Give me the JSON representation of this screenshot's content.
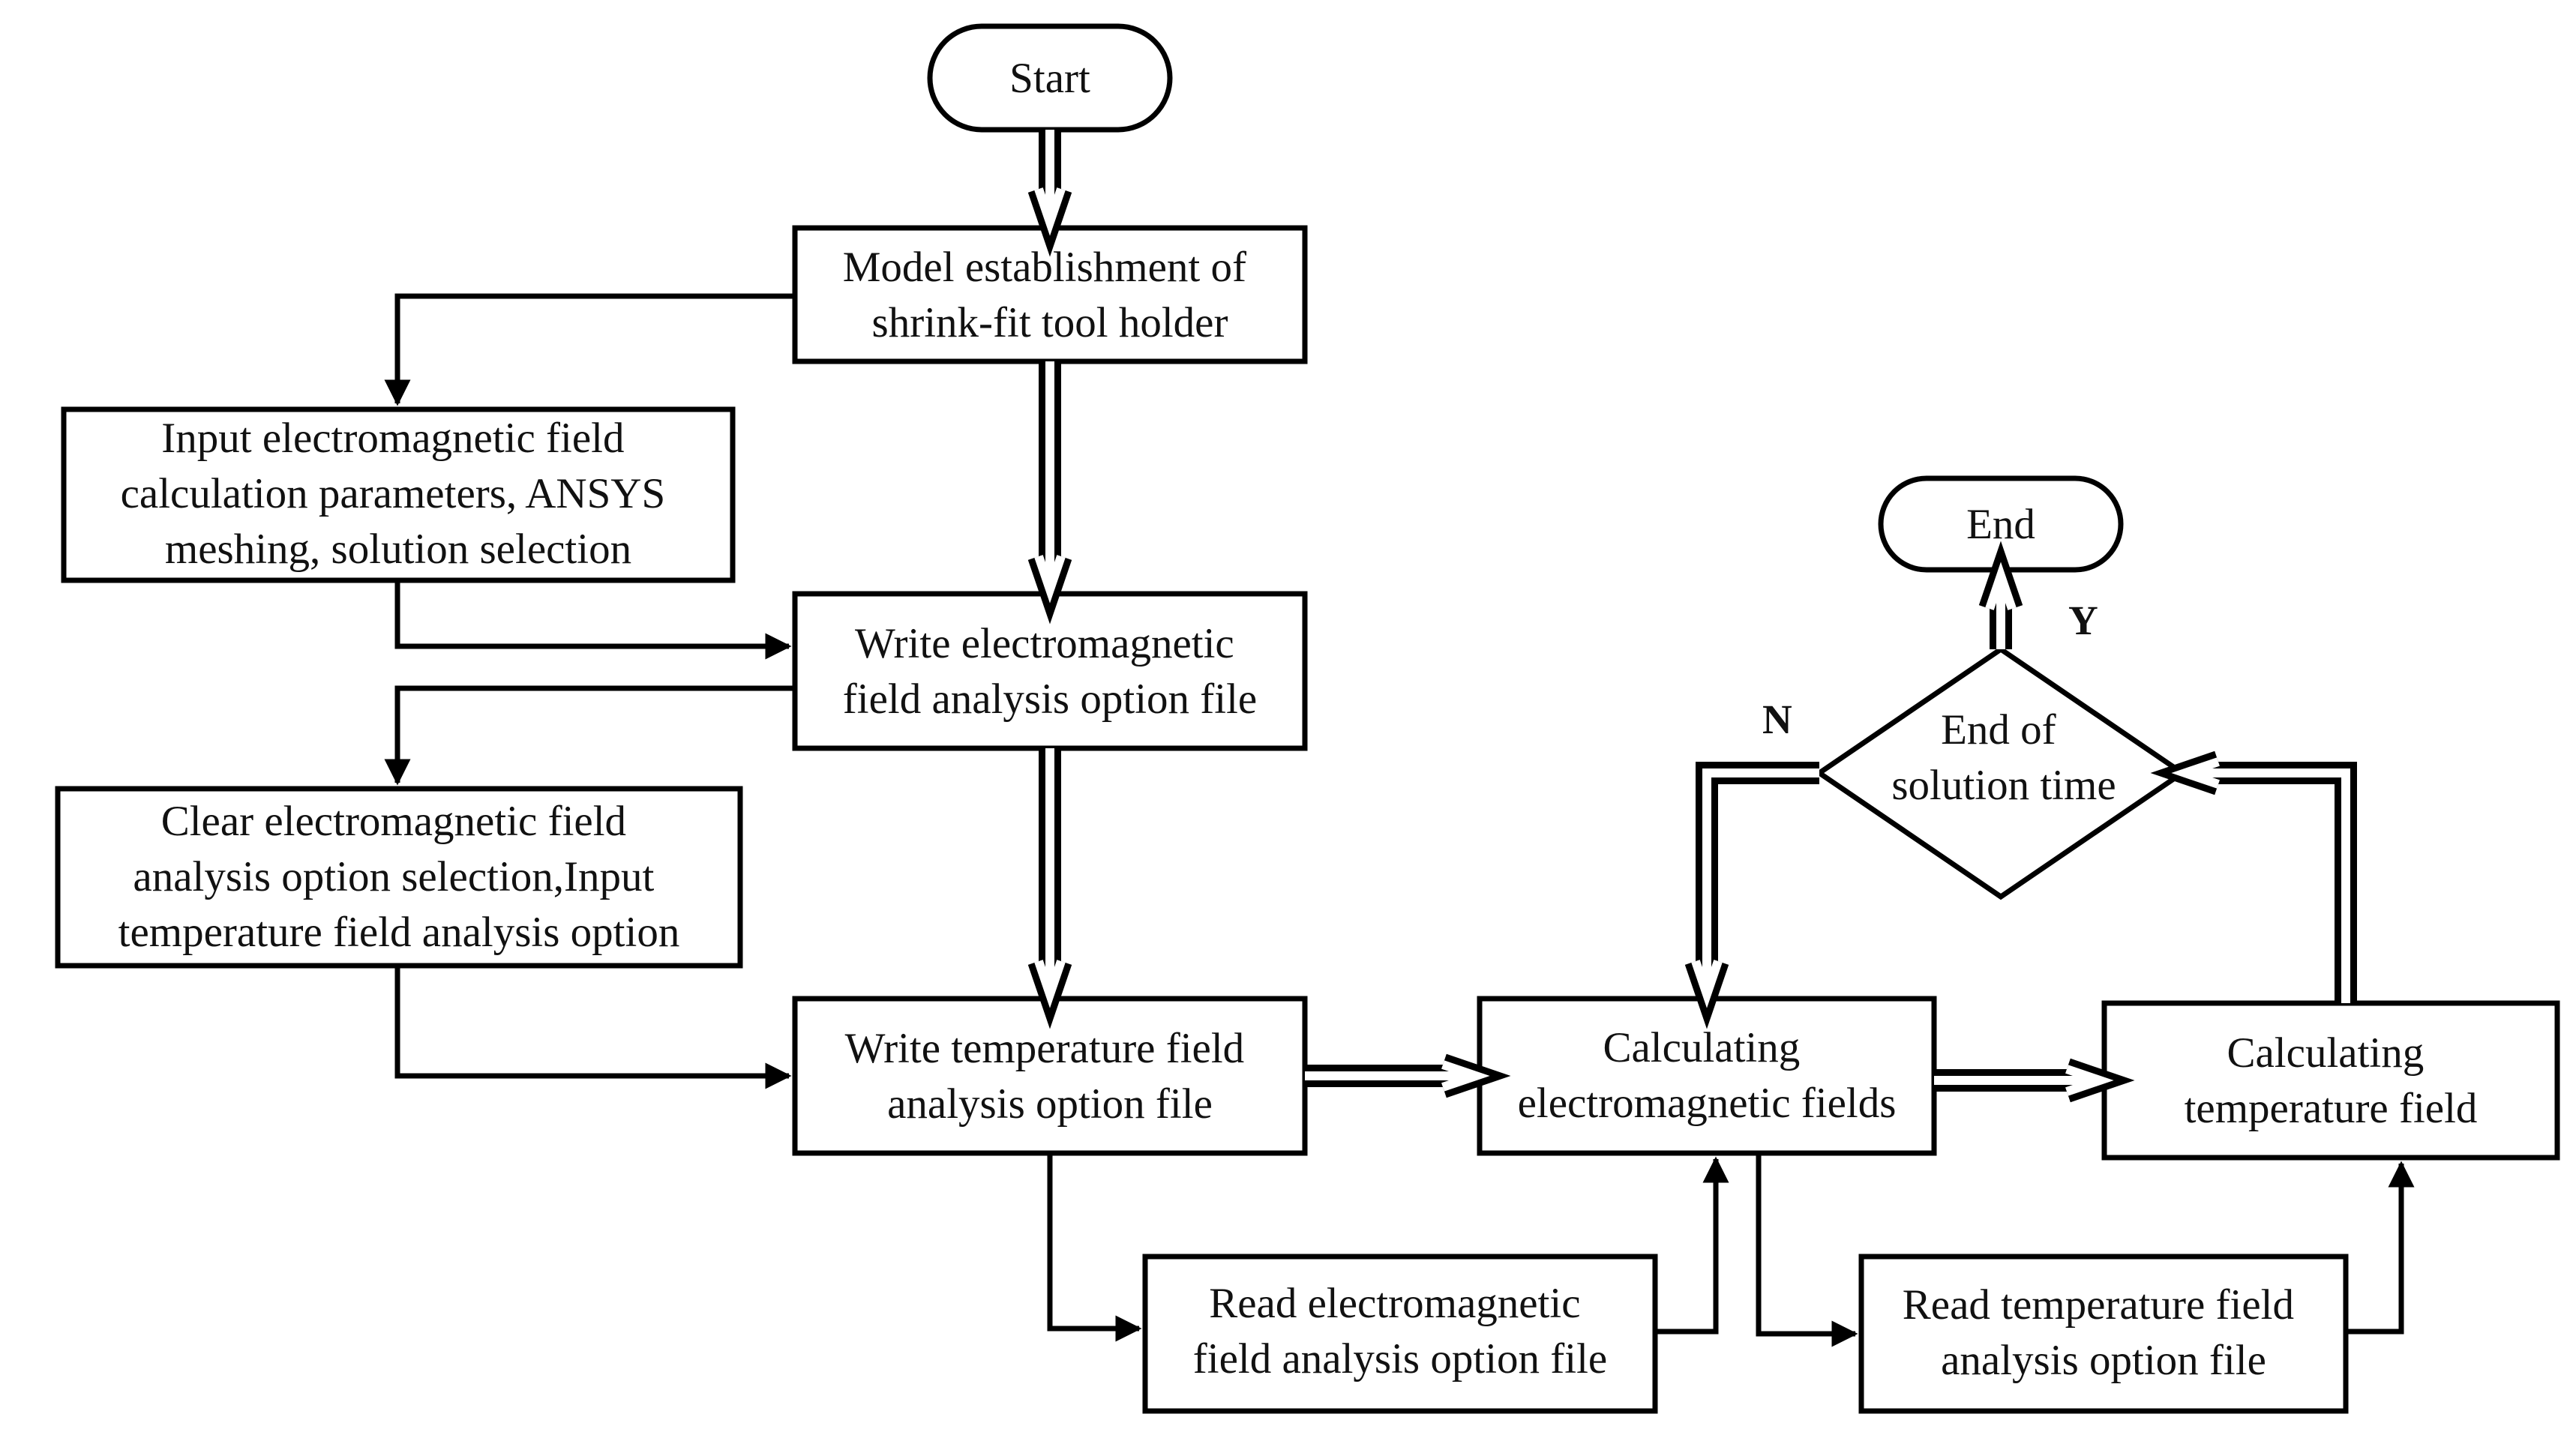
{
  "diagram": {
    "nodes": {
      "start": {
        "lines": [
          "Start"
        ]
      },
      "model": {
        "lines": [
          "Model establishment of",
          "shrink-fit tool holder"
        ]
      },
      "input_em": {
        "lines": [
          "Input electromagnetic field",
          "calculation parameters, ANSYS",
          "meshing, solution selection"
        ]
      },
      "write_em": {
        "lines": [
          "Write electromagnetic",
          "field analysis option file"
        ]
      },
      "clear_em": {
        "lines": [
          "Clear electromagnetic field",
          "analysis option selection,Input",
          "temperature field analysis option"
        ]
      },
      "write_temp": {
        "lines": [
          "Write temperature field",
          "analysis option file"
        ]
      },
      "read_em": {
        "lines": [
          "Read electromagnetic",
          "field analysis option file"
        ]
      },
      "calc_em": {
        "lines": [
          "Calculating",
          "electromagnetic fields"
        ]
      },
      "read_temp": {
        "lines": [
          "Read temperature field",
          "analysis option file"
        ]
      },
      "calc_temp": {
        "lines": [
          "Calculating",
          "temperature field"
        ]
      },
      "decision": {
        "lines": [
          "End of",
          "solution time"
        ]
      },
      "end": {
        "lines": [
          "End"
        ]
      }
    },
    "branch_labels": {
      "yes": "Y",
      "no": "N"
    }
  }
}
